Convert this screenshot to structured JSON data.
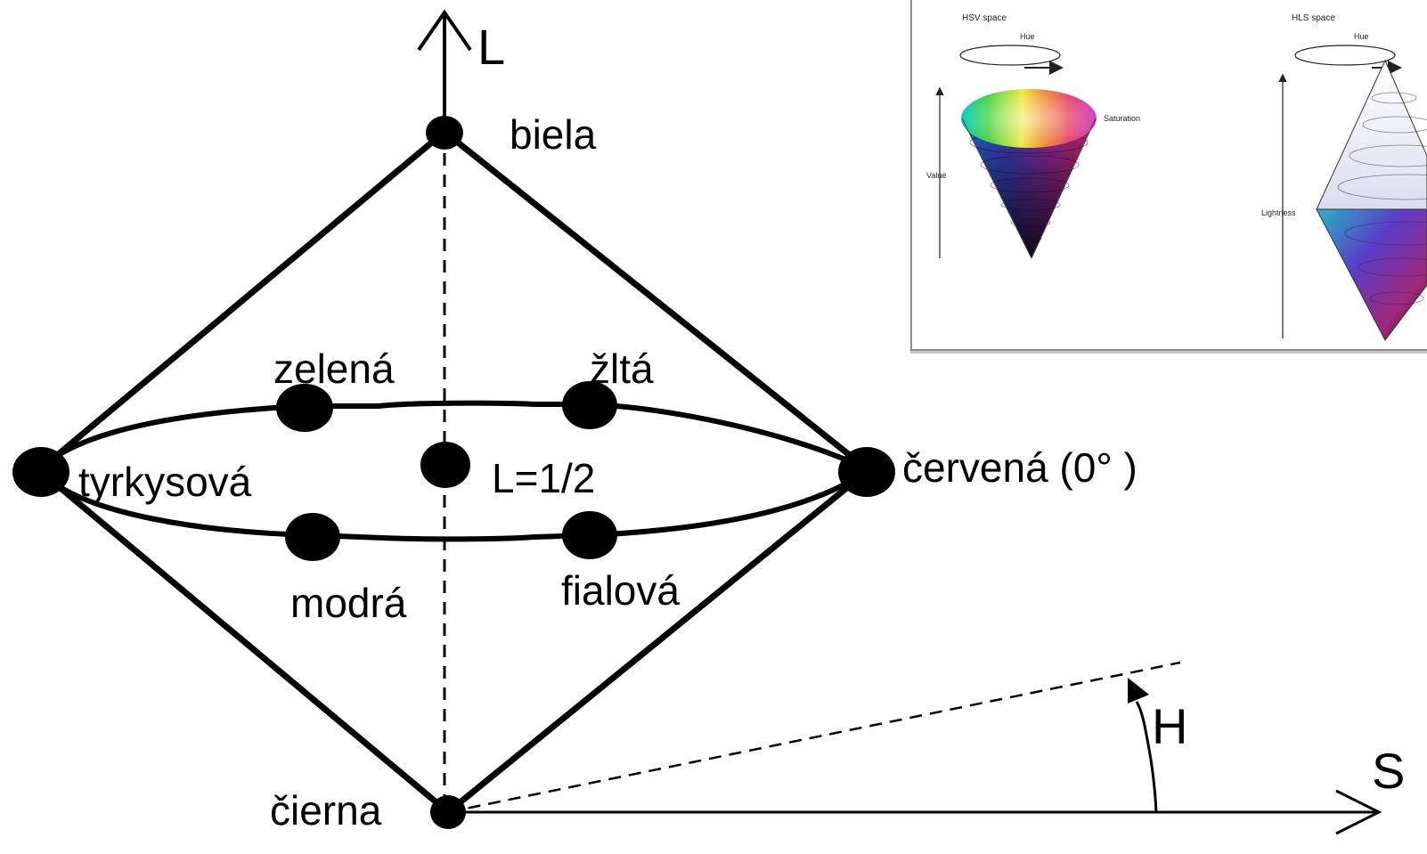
{
  "diagram": {
    "axis_l": "L",
    "axis_h": "H",
    "axis_s": "S",
    "vertices": {
      "white": "biela",
      "black": "čierna",
      "cyan": "tyrkysová",
      "red": "červená (0° )",
      "green": "zelená",
      "yellow": "žltá",
      "blue": "modrá",
      "magenta": "fialová",
      "center": "L=1/2"
    }
  },
  "inset": {
    "hsv": {
      "title": "HSV space",
      "hue": "Hue",
      "saturation": "Saturation",
      "value": "Value"
    },
    "hls": {
      "title": "HLS space",
      "hue": "Hue",
      "lightness": "Lightness"
    }
  }
}
